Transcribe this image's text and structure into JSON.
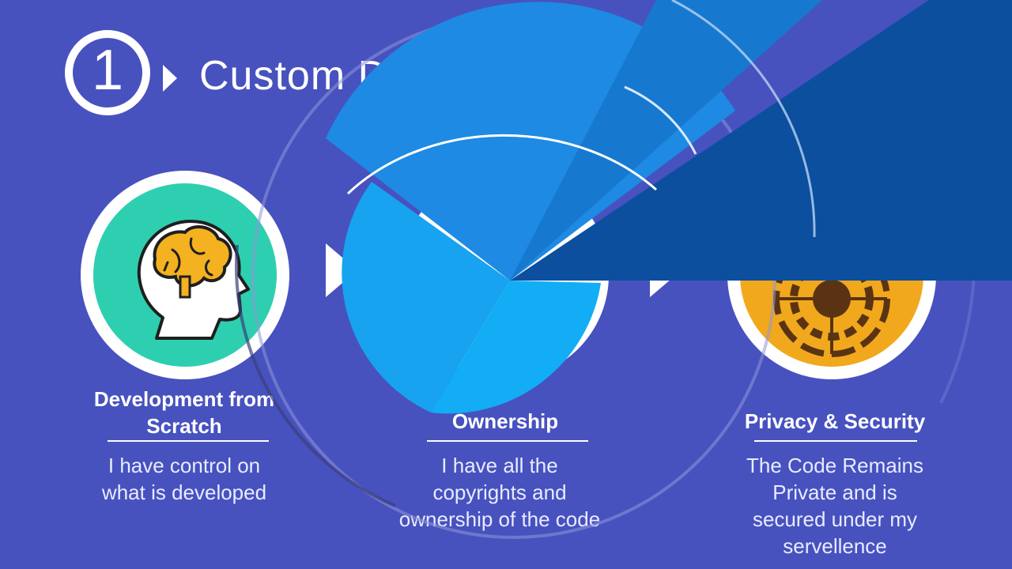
{
  "header": {
    "step_number": "1",
    "title": "Custom D"
  },
  "features": [
    {
      "title_line1": "Development from",
      "title_line2": "Scratch",
      "desc_line1": "I have control on",
      "desc_line2": "what is developed",
      "icon": "brain-head-icon"
    },
    {
      "title_line1": "Ownership",
      "desc_line1": "I have all the",
      "desc_line2": "copyrights and",
      "desc_line3": "ownership of the code",
      "icon": "ownership-icon"
    },
    {
      "title_line1": "Privacy & Security",
      "desc_line1": "The Code Remains",
      "desc_line2": "Private and is",
      "desc_line3": "secured under my",
      "desc_line4": "servellence",
      "icon": "security-dial-icon"
    }
  ],
  "colors": {
    "background": "#4752bf",
    "feature1_fill": "#2ecfb0",
    "feature3_fill": "#f2a81d",
    "overlay_blue_light": "#1a9bea",
    "overlay_blue_dark": "#0b4f9e"
  }
}
